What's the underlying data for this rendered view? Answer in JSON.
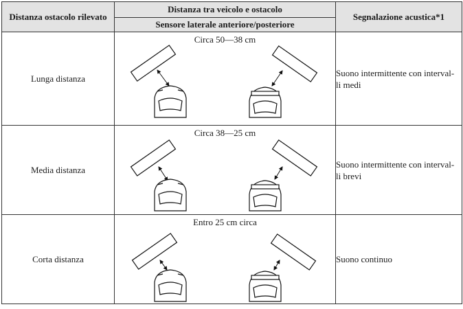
{
  "header": {
    "col1": "Distanza ostacolo rilevato",
    "col2": "Distanza tra veicolo e ostacolo",
    "col2_sub": "Sensore laterale anteriore/posteriore",
    "col3": "Segnalazione acustica*1"
  },
  "rows": [
    {
      "label": "Lunga distanza",
      "range": "Circa 50—38 cm",
      "signal_line1": "Suono intermittente con interval-",
      "signal_line2": "li medi"
    },
    {
      "label": "Media distanza",
      "range": "Circa 38—25 cm",
      "signal_line1": "Suono intermittente con interval-",
      "signal_line2": "li brevi"
    },
    {
      "label": "Corta distanza",
      "range": "Entro 25 cm circa",
      "signal_line1": "Suono continuo",
      "signal_line2": ""
    }
  ]
}
